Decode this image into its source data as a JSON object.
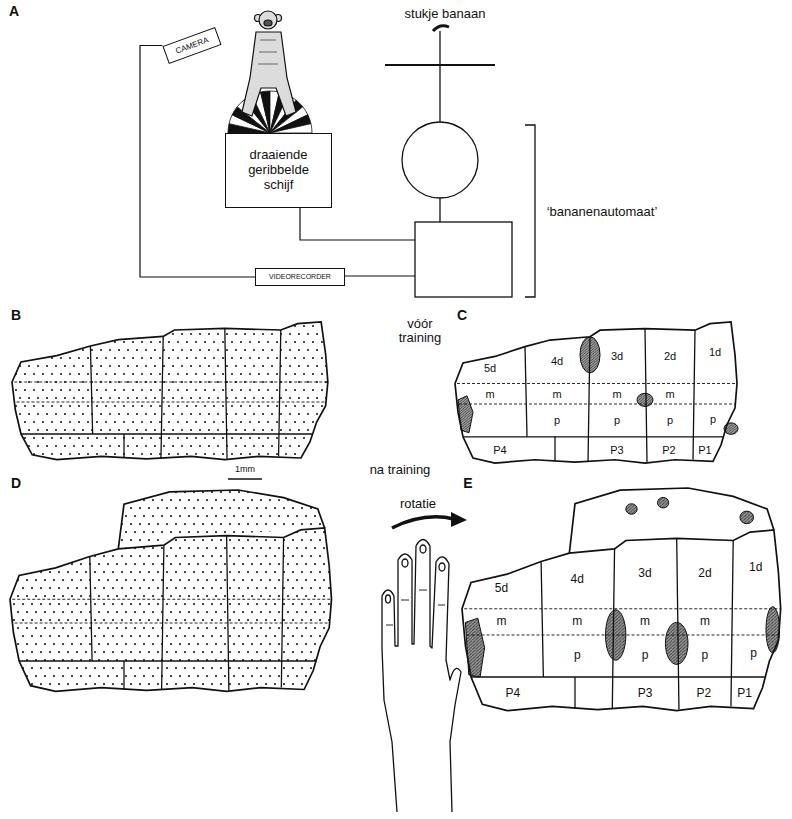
{
  "diagram": {
    "nodes": [
      {
        "text": [
          "CAMERA"
        ]
      },
      {
        "text": [
          "draaiende geribbelde schijf"
        ]
      },
      {
        "text": [
          "VIDEORECORDER"
        ]
      }
    ],
    "edges": [
      {
        "from": 0,
        "to": 2,
        "arrow": "none"
      }
    ],
    "labels": [
      "A",
      "stukje banaan",
      "‘bananenautomaat’",
      "B",
      "vóór training",
      "C",
      "1mm",
      "na training",
      "D",
      "rotatie",
      "E",
      "5d",
      "4d",
      "3d",
      "2d",
      "1d",
      "m",
      "m",
      "m",
      "m",
      "p",
      "p",
      "p",
      "p",
      "P4",
      "P3",
      "P2",
      "P1",
      "5d",
      "4d",
      "3d",
      "2d",
      "1d",
      "m",
      "m",
      "m",
      "m",
      "p",
      "p",
      "p",
      "p",
      "P4",
      "P3",
      "P2",
      "P1"
    ]
  }
}
